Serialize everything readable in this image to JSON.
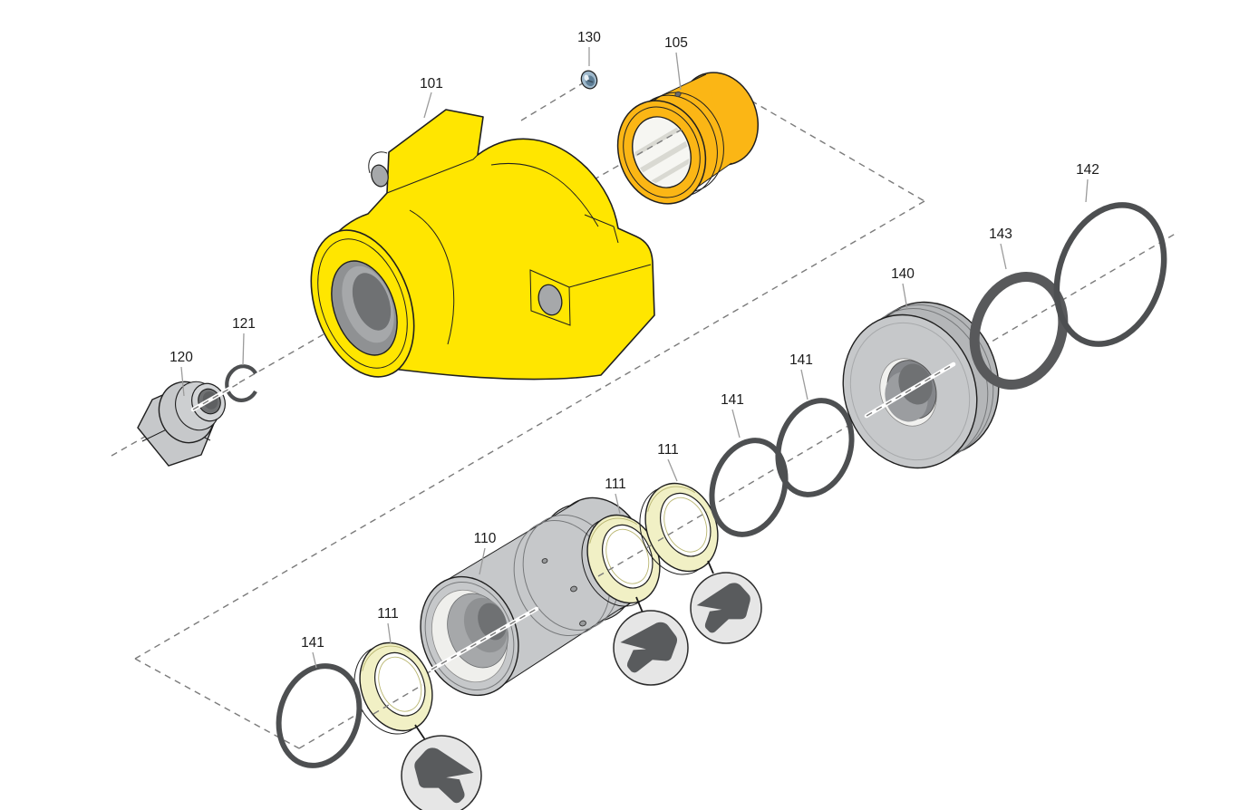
{
  "figure": {
    "type": "exploded-parts-diagram"
  },
  "colors": {
    "body_yellow": "#FFE600",
    "gland_amber": "#FBB615",
    "gland_amber_dark": "#E09E00",
    "screw_blue": "#9FB9CC",
    "screw_blue_dark": "#5E7E96",
    "metal": "#C6C8CA",
    "metal_mid": "#A6A8AA",
    "bore_dark": "#6F7173",
    "bore_mid": "#8F9193",
    "seal": "#F1F0C5",
    "seal_dark": "#B9B670",
    "oring": "#4D4F51",
    "backup": "#58595B",
    "detail_bg": "#E6E6E6",
    "detail_shape": "#595B5D",
    "outline": "#1F1F1F",
    "dash": "#7B7B7B",
    "leader": "#9B9B9B",
    "label": "#1A1A1A"
  },
  "callouts": [
    {
      "label": "101"
    },
    {
      "label": "130"
    },
    {
      "label": "105"
    },
    {
      "label": "142"
    },
    {
      "label": "143"
    },
    {
      "label": "140"
    },
    {
      "label": "141"
    },
    {
      "label": "141"
    },
    {
      "label": "111"
    },
    {
      "label": "111"
    },
    {
      "label": "110"
    },
    {
      "label": "111"
    },
    {
      "label": "141"
    },
    {
      "label": "121"
    },
    {
      "label": "120"
    }
  ]
}
